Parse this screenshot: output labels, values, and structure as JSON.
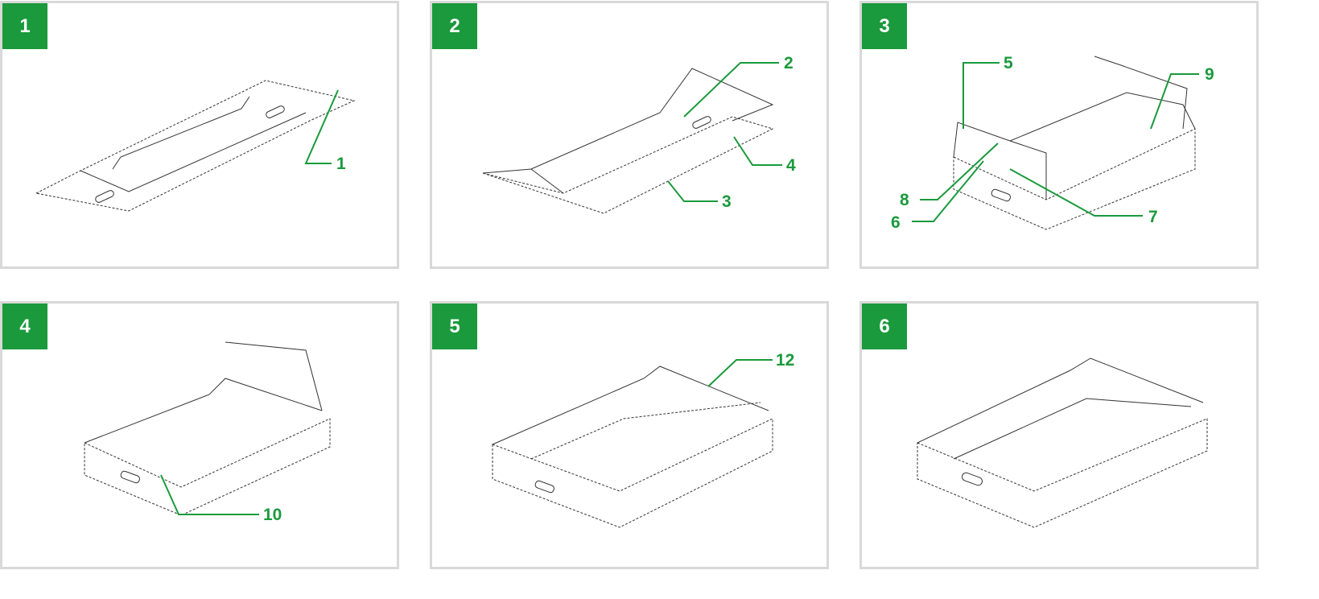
{
  "steps": [
    {
      "number": "1"
    },
    {
      "number": "2"
    },
    {
      "number": "3"
    },
    {
      "number": "4"
    },
    {
      "number": "5"
    },
    {
      "number": "6"
    }
  ],
  "callouts": [
    "1",
    "2",
    "3",
    "4",
    "5",
    "6",
    "7",
    "8",
    "9",
    "10",
    "12"
  ],
  "colors": {
    "accent": "#1a9a3c",
    "border": "#d9d9d9",
    "line": "#333333"
  }
}
